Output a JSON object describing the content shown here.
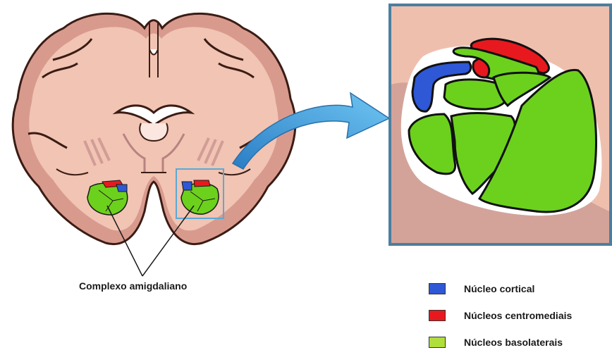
{
  "caption": "Complexo amigdaliano",
  "colors": {
    "cortical": "#2e58d6",
    "centromedial": "#e8191e",
    "basolateral": "#6cd11c",
    "tissue": "#efbfae",
    "box_border": "#4a7fa0"
  },
  "legend": [
    {
      "label": "Núcleo cortical",
      "color": "#2e58d6"
    },
    {
      "label": "Núcleos centromediais",
      "color": "#e8191e"
    },
    {
      "label": "Núcleos basolaterais",
      "color": "#b0de3a"
    }
  ]
}
